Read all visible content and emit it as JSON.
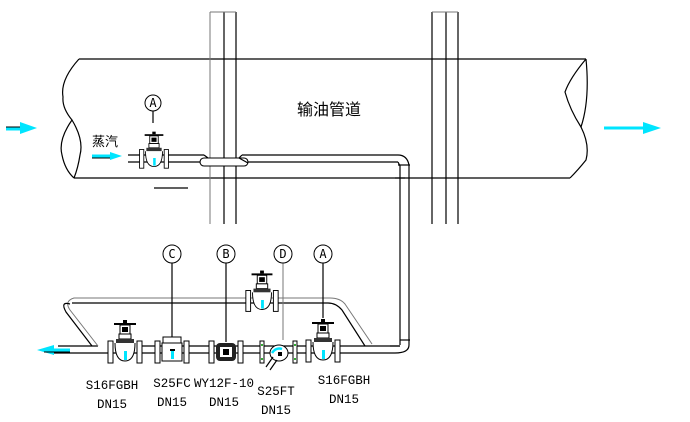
{
  "title": "输油管道",
  "steam_label": "蒸汽",
  "flow_direction": "left-to-right",
  "colors": {
    "flow_arrow": "#00e5ff",
    "line": "#000000",
    "secondary_line": "#777777"
  },
  "tags": {
    "top_valve": "A",
    "c": "C",
    "b": "B",
    "d": "D",
    "a": "A"
  },
  "components": [
    {
      "id": "valve-1",
      "model": "S16FGBH",
      "size": "DN15",
      "type": "globe-valve"
    },
    {
      "id": "trap-c",
      "model": "S25FC",
      "size": "DN15",
      "type": "steam-trap"
    },
    {
      "id": "trap-b",
      "model": "WY12F-10",
      "size": "DN15",
      "type": "steam-trap"
    },
    {
      "id": "strainer-d",
      "model": "S25FT",
      "size": "DN15",
      "type": "y-strainer"
    },
    {
      "id": "valve-2",
      "model": "S16FGBH",
      "size": "DN15",
      "type": "globe-valve"
    }
  ]
}
